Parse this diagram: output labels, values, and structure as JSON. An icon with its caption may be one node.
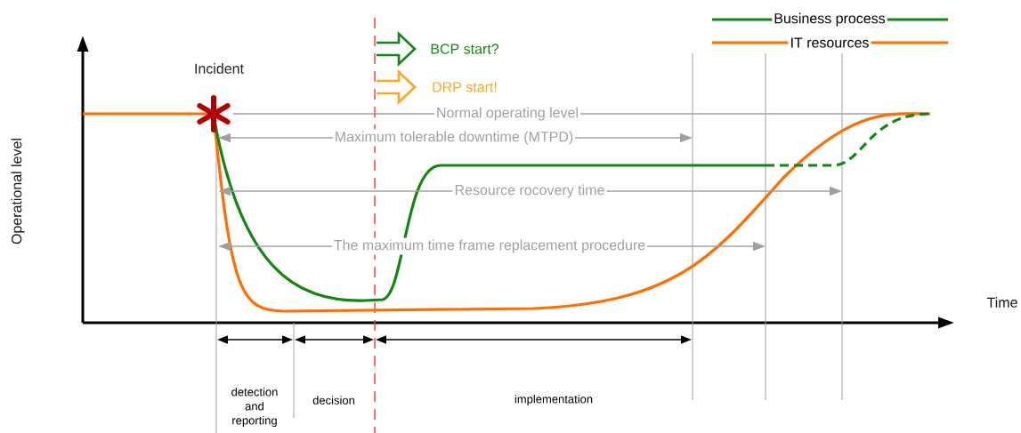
{
  "diagram": {
    "labels": [
      "Incident",
      "BCP start?",
      "DRP start!",
      "Operational level",
      "Normal operating level",
      "Maximum tolerable downtime (MTPD)",
      "Resource rocovery time",
      "The maximum time frame replacement procedure",
      "Time",
      "detection and reporting",
      "decision",
      "implementation"
    ],
    "legend": [
      {
        "text": "Business process"
      },
      {
        "text": "IT resources"
      }
    ]
  }
}
